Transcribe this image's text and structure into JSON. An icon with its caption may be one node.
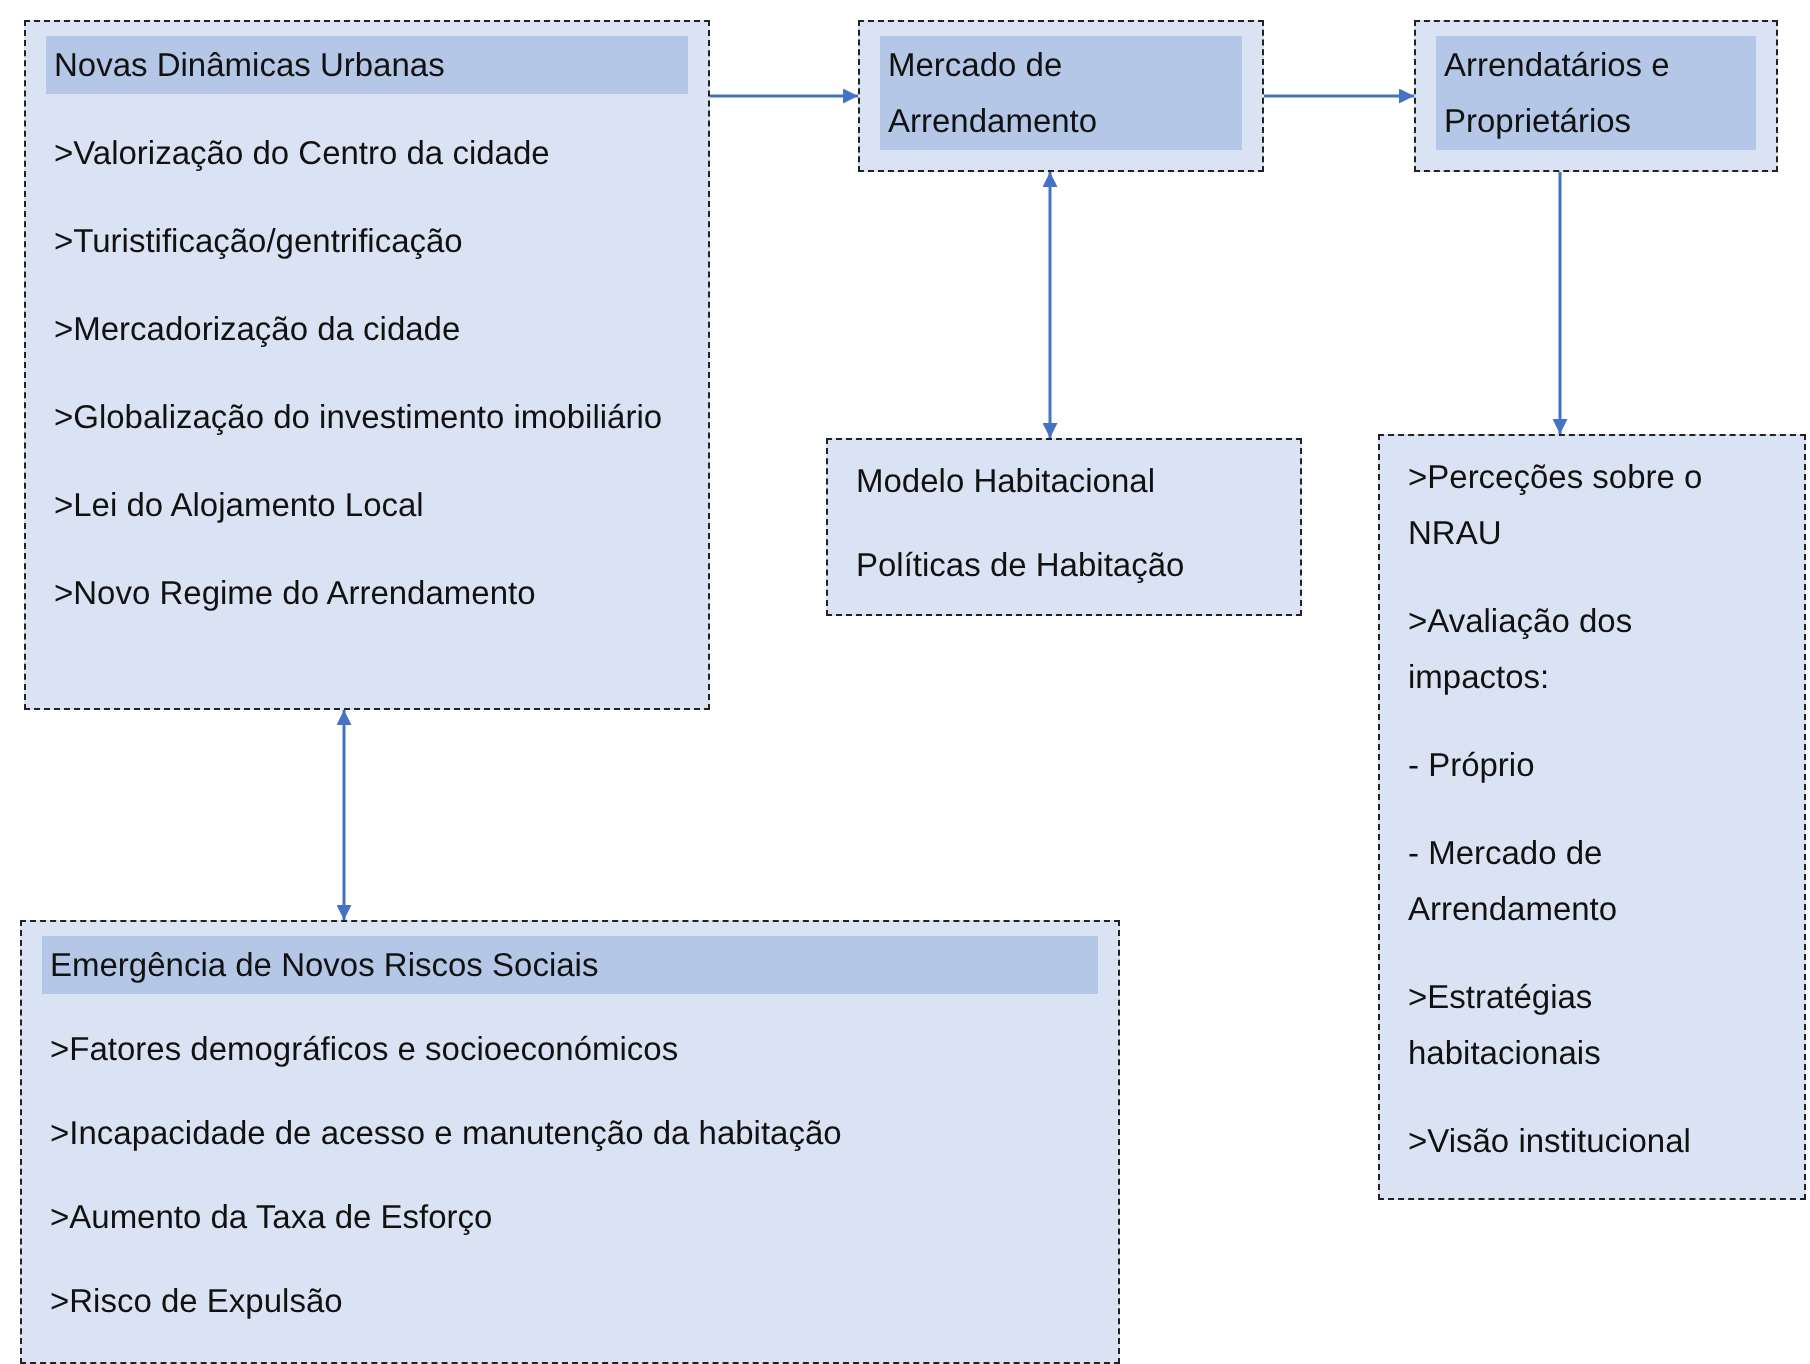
{
  "diagram": {
    "nodes": [
      {
        "text": [
          "Novas Dinâmicas Urbanas",
          ">Valorização do Centro da cidade",
          ">Turistificação/gentrificação",
          ">Mercadorização da cidade",
          ">Globalização do investimento imobiliário",
          ">Lei do Alojamento Local",
          ">Novo Regime do Arrendamento"
        ]
      },
      {
        "text": [
          "Mercado de Arrendamento"
        ]
      },
      {
        "text": [
          "Arrendatários e Proprietários"
        ]
      },
      {
        "text": [
          "Modelo Habitacional",
          "Políticas de Habitação"
        ]
      },
      {
        "text": [
          ">Perceções sobre o NRAU",
          ">Avaliação dos impactos:",
          "- Próprio",
          "- Mercado de Arrendamento",
          ">Estratégias habitacionais",
          ">Visão institucional"
        ]
      },
      {
        "text": [
          "Emergência de Novos Riscos Sociais",
          ">Fatores demográficos e socioeconómicos",
          ">Incapacidade de acesso e manutenção da habitação",
          ">Aumento da Taxa de Esforço",
          ">Risco de Expulsão"
        ]
      }
    ],
    "edges": [
      {
        "from": 0,
        "to": 1,
        "arrow": "to"
      },
      {
        "from": 1,
        "to": 2,
        "arrow": "to"
      },
      {
        "from": 1,
        "to": 3,
        "arrow": "both"
      },
      {
        "from": 2,
        "to": 4,
        "arrow": "to"
      },
      {
        "from": 0,
        "to": 5,
        "arrow": "both"
      }
    ]
  }
}
